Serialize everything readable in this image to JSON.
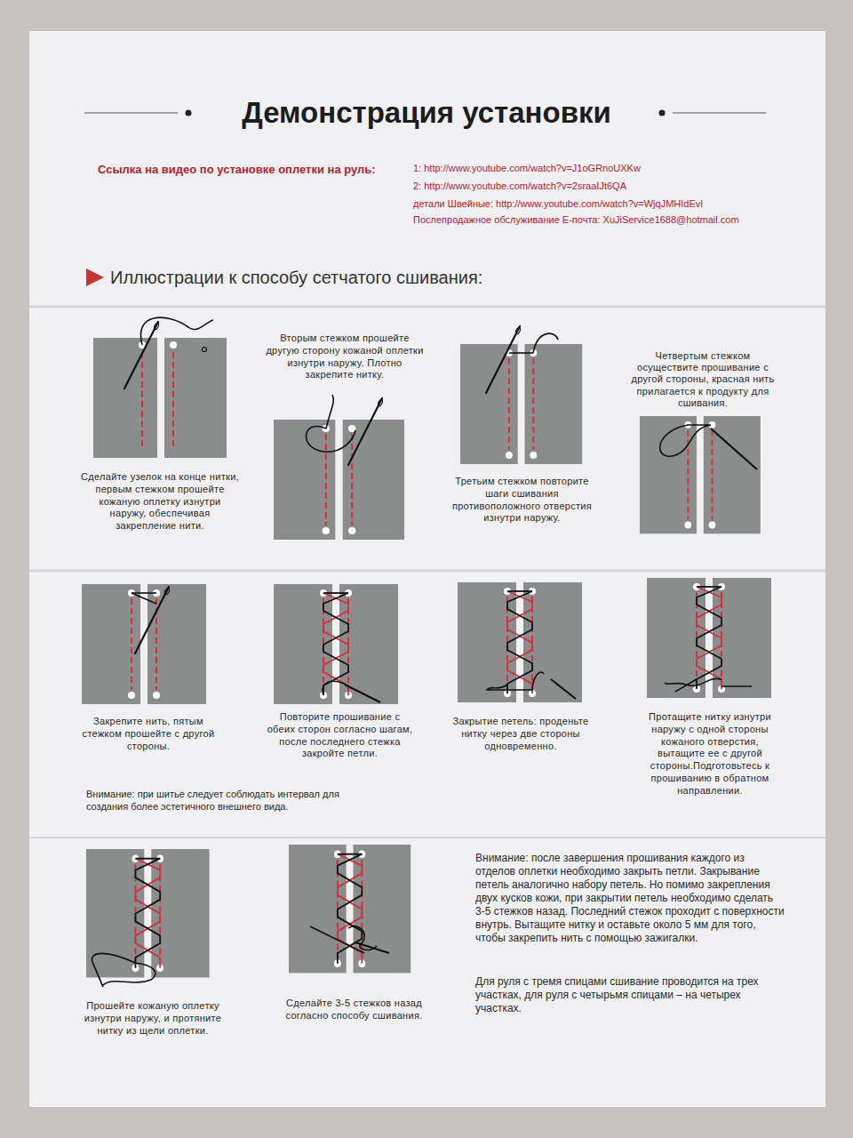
{
  "diagram": {
    "title": "Демонстрация установки",
    "labels": [
      "Ссылка на видео по установке оплетки на руль:",
      "1: http://www.youtube.com/watch?v=J1oGRnoUXKw",
      "2: http://www.youtube.com/watch?v=2sraaIJt6QA",
      "детали Швейные: http://www.youtube.com/watch?v=WjqJMHIdEvI",
      "Послепродажное обслуживание E-почта: XuJiService1688@hotmail.com",
      "Иллюстрации к способу сетчатого сшивания:",
      "Сделайте узелок на конце нитки, первым стежком прошейте кожаную оплетку изнутри наружу, обеспечивая закрепление нити.",
      "Вторым стежком прошейте другую сторону кожаной оплетки изнутри наружу. Плотно закрепите нитку.",
      "Третьим стежком повторите шаги сшивания противоположного отверстия изнутри наружу.",
      "Четвертым стежком осуществите прошивание с другой стороны, красная нить прилагается к продукту для сшивания.",
      "Закрепите нить, пятым стежком прошейте с другой стороны.",
      "Повторите прошивание с обеих сторон согласно шагам, после последнего стежка закройте петли.",
      "Закрытие петель: проденьте нитку через две стороны одновременно.",
      "Протащите нитку изнутри наружу с одной стороны кожаного отверстия, вытащите ее с другой стороны.Подготовьтесь к прошиванию в обратном направлении.",
      "Внимание: при шитье следует соблюдать интервал для создания более эстетичного внешнего вида.",
      "Прошейте кожаную оплетку изнутри наружу, и протяните нитку из щели оплетки.",
      "Сделайте 3-5 стежков назад согласно способу сшивания.",
      "Внимание: после завершения прошивания каждого из отделов оплетки необходимо закрыть петли. Закрывание петель аналогично набору петель. Но помимо закрепления двух кусков кожи, при закрытии петель необходимо сделать 3-5 стежков назад. Последний стежок проходит с поверхности внутрь. Вытащите нитку и оставьте около 5 мм для того, чтобы закрепить нить с помощью зажигалки.",
      "Для руля с тремя спицами сшивание проводится на трех участках, для руля с четырьмя спицами – на четырех участках."
    ]
  }
}
